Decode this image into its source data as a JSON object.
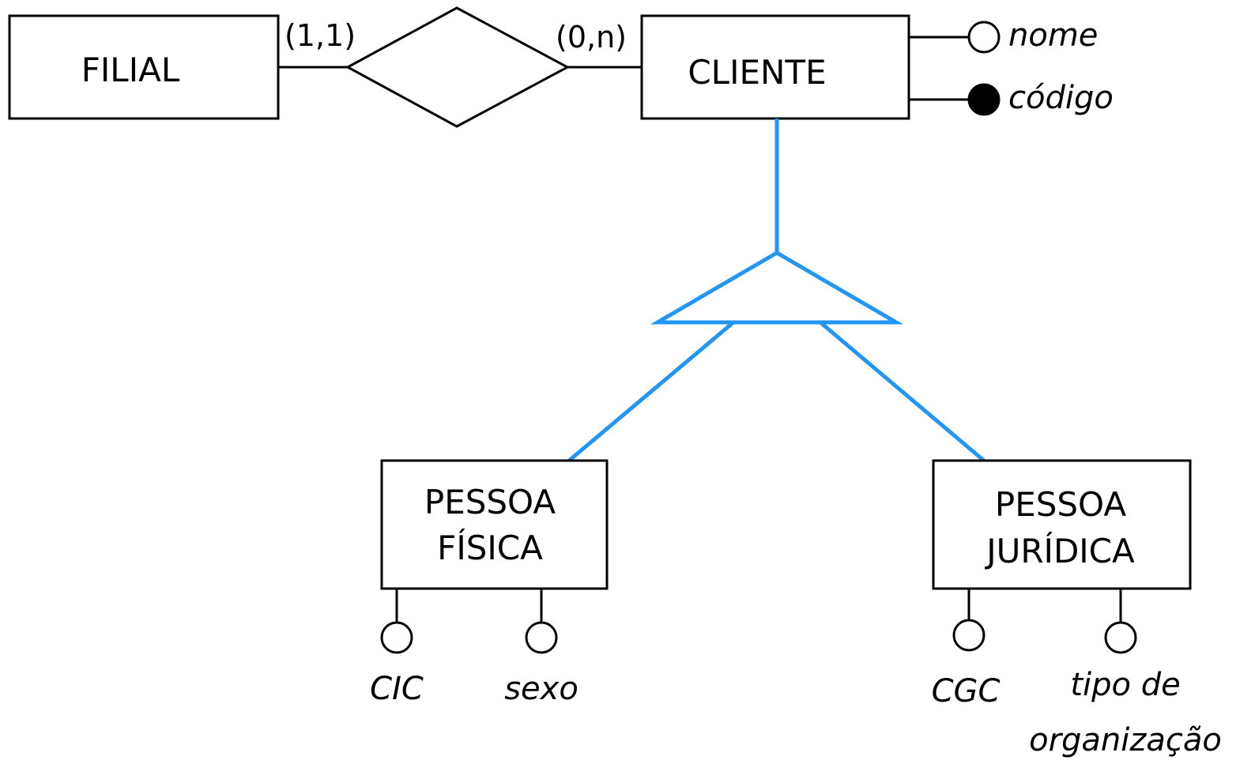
{
  "entities": {
    "filial": "FILIAL",
    "cliente": "CLIENTE",
    "pessoa_fisica": [
      "PESSOA",
      "FÍSICA"
    ],
    "pessoa_juridica": [
      "PESSOA",
      "JURÍDICA"
    ]
  },
  "cardinalities": {
    "filial_side": "(1,1)",
    "cliente_side": "(0,n)"
  },
  "attributes": {
    "cliente": [
      {
        "label": "nome",
        "identifier": false
      },
      {
        "label": "código",
        "identifier": true
      }
    ],
    "pessoa_fisica": [
      {
        "label": "CIC",
        "identifier": false
      },
      {
        "label": "sexo",
        "identifier": false
      }
    ],
    "pessoa_juridica": [
      {
        "label": "CGC",
        "identifier": false
      },
      {
        "label": [
          "tipo de",
          "organização"
        ],
        "identifier": false
      }
    ]
  },
  "colors": {
    "stroke": "#000000",
    "specialization": "#2196F3"
  }
}
